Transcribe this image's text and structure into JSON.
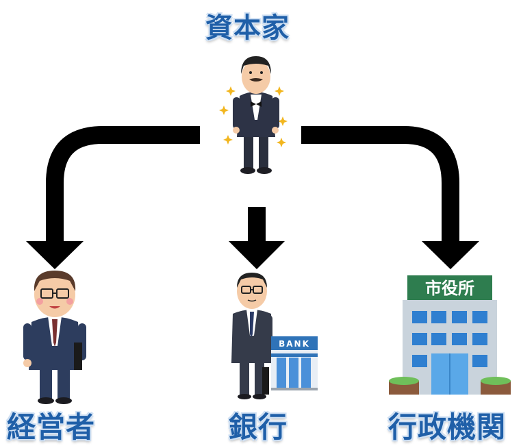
{
  "nodes": {
    "capitalist": "資本家",
    "manager": "経営者",
    "bank": "銀行",
    "government": "行政機関"
  },
  "signs": {
    "bank_sign": "BANK",
    "city_hall_sign": "市役所"
  },
  "edges": [
    {
      "from": "資本家",
      "to": "経営者"
    },
    {
      "from": "資本家",
      "to": "銀行"
    },
    {
      "from": "資本家",
      "to": "行政機関"
    }
  ],
  "colors": {
    "label_text": "#1f5fa8",
    "arrow": "#000000",
    "suit": "#2d3346",
    "city_hall_sign": "#2e7d4f",
    "bank_sign": "#2f73b8"
  }
}
